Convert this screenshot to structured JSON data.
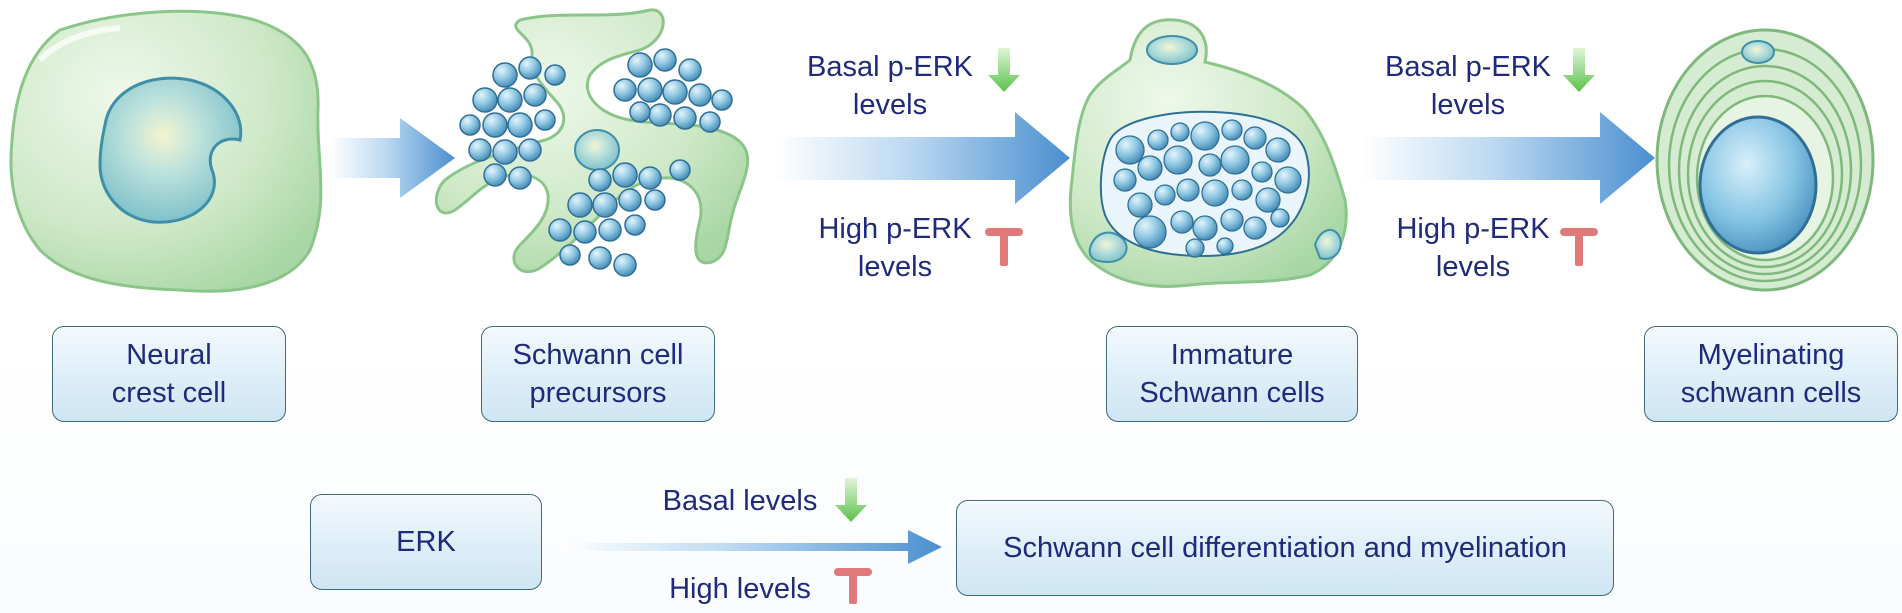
{
  "stages": [
    {
      "name": "Neural\ncrest cell"
    },
    {
      "name": "Schwann cell\nprecursors"
    },
    {
      "name": "Immature\nSchwann cells"
    },
    {
      "name": "Myelinating\nschwann cells"
    }
  ],
  "transitions": [
    {
      "basal_label": "Basal p-ERK\nlevels",
      "high_label": "High p-ERK\nlevels"
    },
    {
      "basal_label": "Basal p-ERK\nlevels",
      "high_label": "High p-ERK\nlevels"
    }
  ],
  "summary": {
    "source": "ERK",
    "basal_label": "Basal levels",
    "high_label": "High levels",
    "target": "Schwann cell differentiation and myelination"
  },
  "colors": {
    "text": "#1f2a7a",
    "arrow": "#4a8fd0",
    "promote_arrow": "#7fd06a",
    "inhibit_bar": "#e07a7a",
    "cell_membrane": "#b8ddb4",
    "nucleus": "#7fc3cf"
  }
}
